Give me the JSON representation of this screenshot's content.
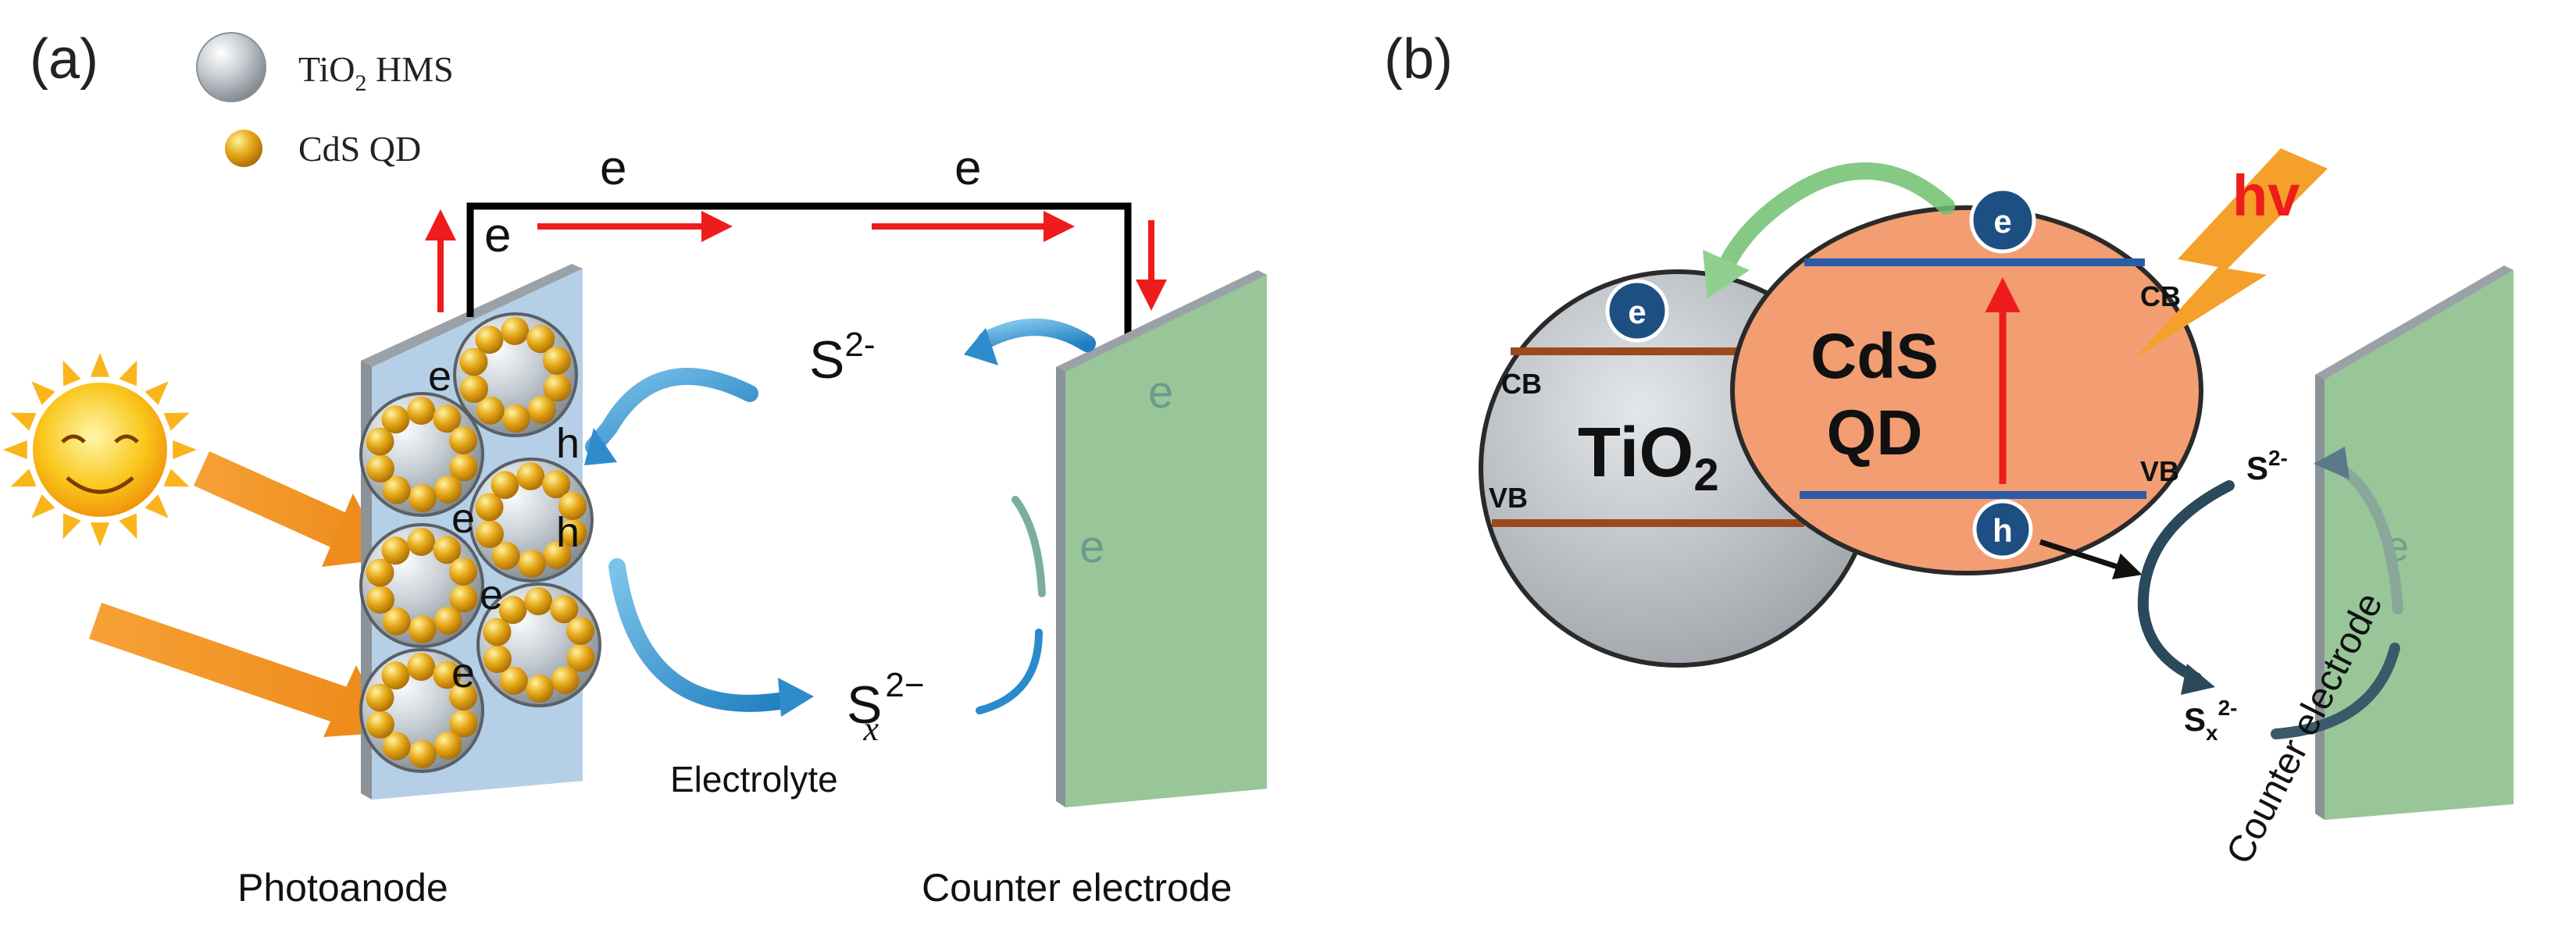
{
  "panel_a": {
    "label": "(a)",
    "legend": {
      "hms_label": "TiO",
      "hms_sub": "2",
      "hms_suffix": " HMS",
      "qd_label": "CdS QD"
    },
    "circuit": {
      "e_top_left": "e",
      "e_top_right": "e",
      "e_left_arrow": "e"
    },
    "photoanode_charges": [
      "e",
      "h",
      "e",
      "h",
      "e",
      "e"
    ],
    "sulfide": {
      "main": "S",
      "sup": "2-"
    },
    "polysulfide": {
      "main": "S",
      "sub": "x",
      "sup": "2−"
    },
    "counter_charges": [
      "e",
      "e"
    ],
    "electrolyte_label": "Electrolyte",
    "photoanode_label": "Photoanode",
    "counter_label": "Counter electrode",
    "colors": {
      "photoanode": "#b8d4ec",
      "counter": "#98c998",
      "sphere": "#b8bec3",
      "qd": "#e0a41a",
      "circuit": "#000000",
      "electron_arrow": "#ee1c1c",
      "redox_arrow": "#3a9ad4",
      "light_beam": "#f39a2b",
      "sun": "#f7c51b"
    },
    "icons": [
      "sun-icon",
      "sphere-icon",
      "quantum-dot-icon"
    ]
  },
  "panel_b": {
    "label": "(b)",
    "tio2": {
      "name": "TiO",
      "sub": "2",
      "cb": "CB",
      "vb": "VB",
      "electron": "e"
    },
    "cds": {
      "line1": "CdS",
      "line2": "QD",
      "cb": "CB",
      "vb": "VB",
      "electron": "e",
      "hole": "h"
    },
    "photon": "hv",
    "sulfide": {
      "main": "S",
      "sup": "2-"
    },
    "polysulfide": {
      "main": "S",
      "sub": "x",
      "sup": "2-"
    },
    "counter_charge": "e",
    "counter_label": "Counter electrode",
    "colors": {
      "tio2": "#c8c8c8",
      "cds": "#f29e72",
      "cb_line_cds": "#2a5ca8",
      "band_tio2": "#9a4a1c",
      "charge_marker": "#1d4f82",
      "transfer_arrow": "#6fbf6f",
      "excitation_arrow": "#ee1c1c",
      "photon_text": "#ee1c1c",
      "lightning": "#f4a02a"
    },
    "icons": [
      "lightning-icon"
    ]
  }
}
